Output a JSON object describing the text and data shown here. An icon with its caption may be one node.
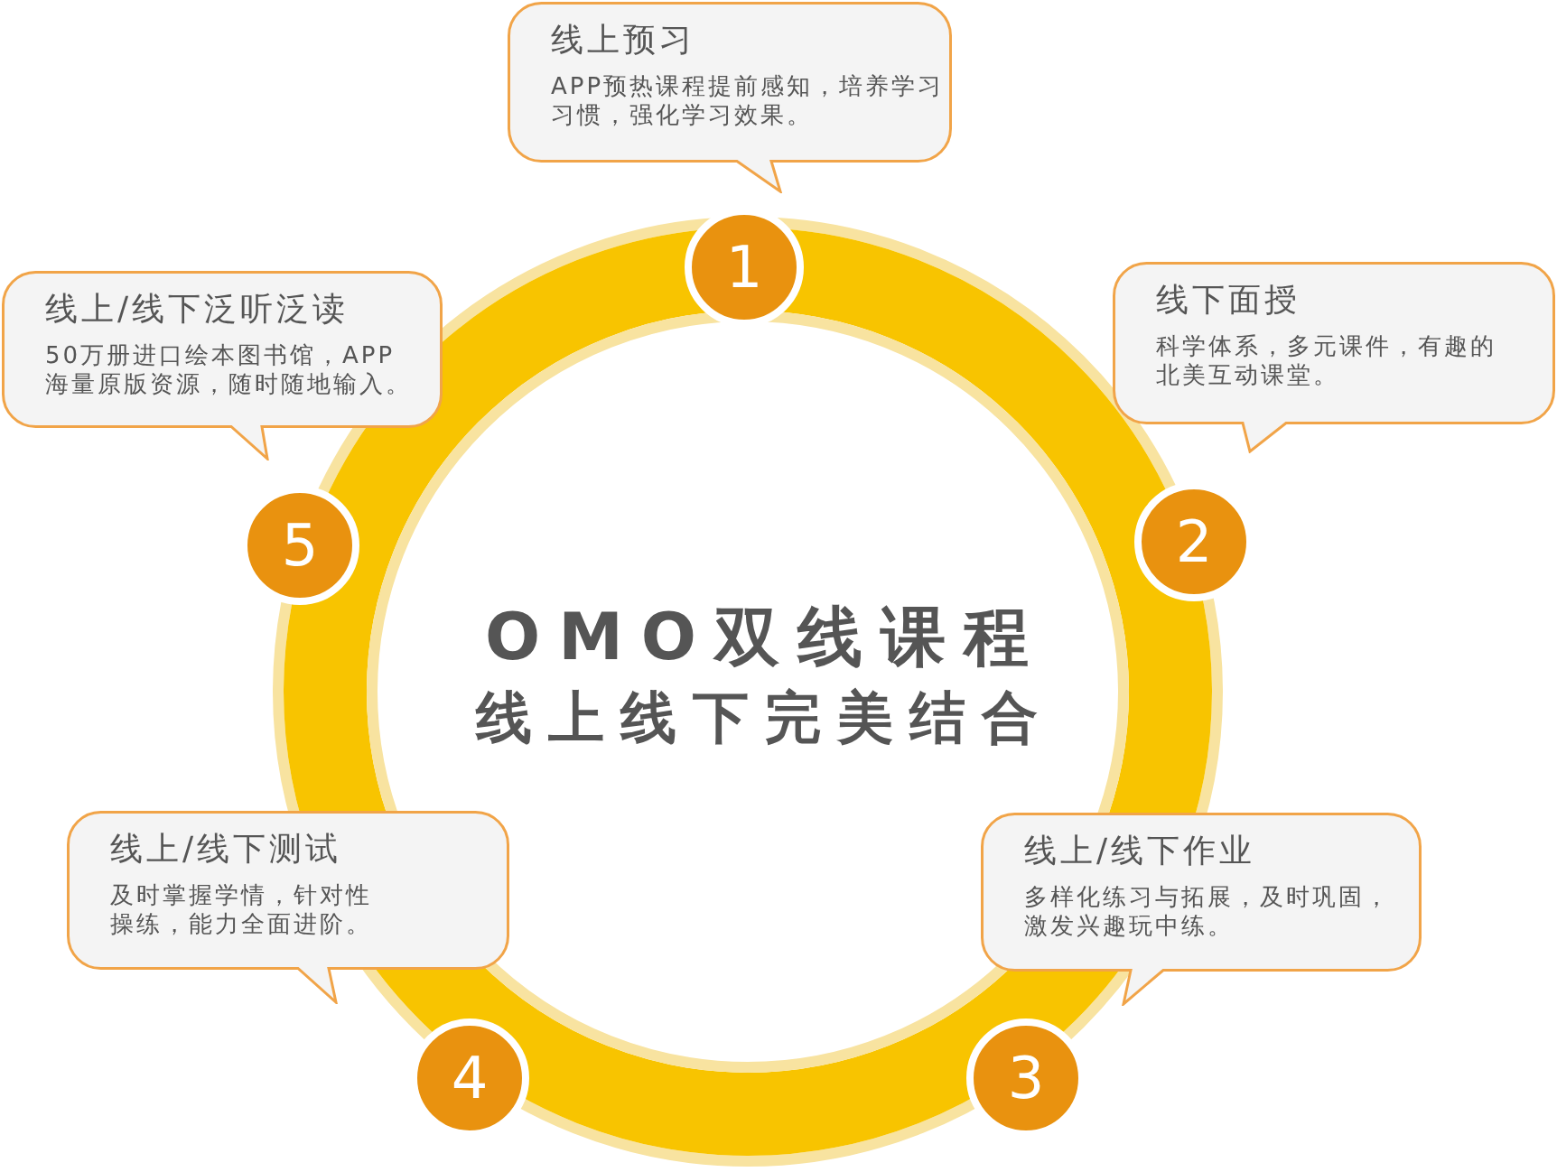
{
  "diagram": {
    "nodes": [
      {
        "text": [
          "OMO双线课程",
          "线上线下完美结合"
        ]
      },
      {
        "text": [
          "线上预习",
          "APP预热课程提前感知，培养学习习惯，强化学习效果。"
        ]
      },
      {
        "text": [
          "1"
        ]
      },
      {
        "text": [
          "线下面授",
          "科学体系，多元课件，有趣的北美互动课堂。"
        ]
      },
      {
        "text": [
          "2"
        ]
      },
      {
        "text": [
          "线上/线下作业",
          "多样化练习与拓展，及时巩固，激发兴趣玩中练。"
        ]
      },
      {
        "text": [
          "3"
        ]
      },
      {
        "text": [
          "线上/线下测试",
          "及时掌握学情，针对性操练，能力全面进阶。"
        ]
      },
      {
        "text": [
          "4"
        ]
      },
      {
        "text": [
          "线上/线下泛听泛读",
          "50万册进口绘本图书馆，APP海量原版资源，随时随地输入。"
        ]
      },
      {
        "text": [
          "5"
        ]
      }
    ]
  }
}
